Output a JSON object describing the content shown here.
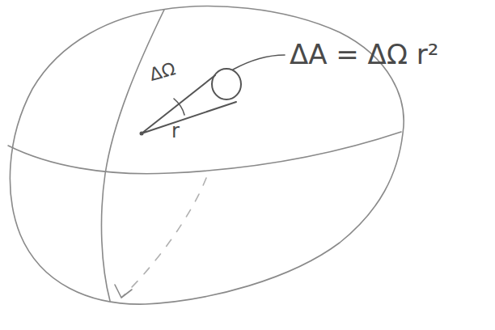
{
  "diagram": {
    "labels": [
      "ΔΩ",
      "r",
      "ΔA = ΔΩ r²"
    ]
  }
}
